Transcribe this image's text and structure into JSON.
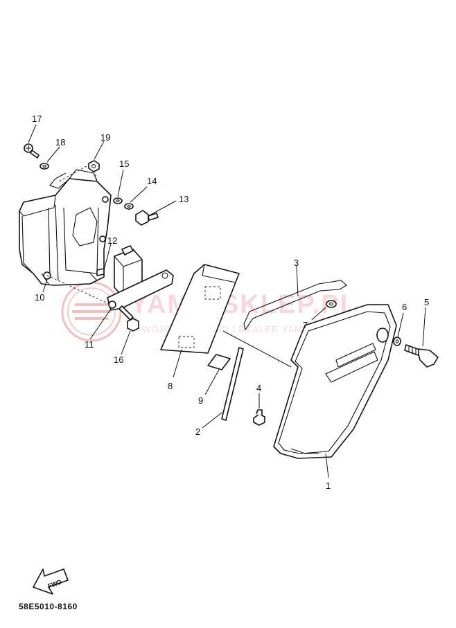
{
  "watermark": {
    "brand": "YAMA-SKLEP.PL",
    "subtitle": "WOJCIECHOWSKI | DEALER YAMAHA",
    "color": "#e88b8b"
  },
  "fwd_label": "FWD",
  "part_code": "58E5010-8160",
  "callouts": [
    {
      "id": "1",
      "label": "1"
    },
    {
      "id": "2",
      "label": "2"
    },
    {
      "id": "3",
      "label": "3"
    },
    {
      "id": "4",
      "label": "4"
    },
    {
      "id": "5",
      "label": "5"
    },
    {
      "id": "6",
      "label": "6"
    },
    {
      "id": "7",
      "label": "7"
    },
    {
      "id": "8",
      "label": "8"
    },
    {
      "id": "9",
      "label": "9"
    },
    {
      "id": "10",
      "label": "10"
    },
    {
      "id": "11",
      "label": "11"
    },
    {
      "id": "12",
      "label": "12"
    },
    {
      "id": "13",
      "label": "13"
    },
    {
      "id": "14",
      "label": "14"
    },
    {
      "id": "15",
      "label": "15"
    },
    {
      "id": "16",
      "label": "16"
    },
    {
      "id": "17",
      "label": "17"
    },
    {
      "id": "18",
      "label": "18"
    },
    {
      "id": "19",
      "label": "19"
    }
  ]
}
